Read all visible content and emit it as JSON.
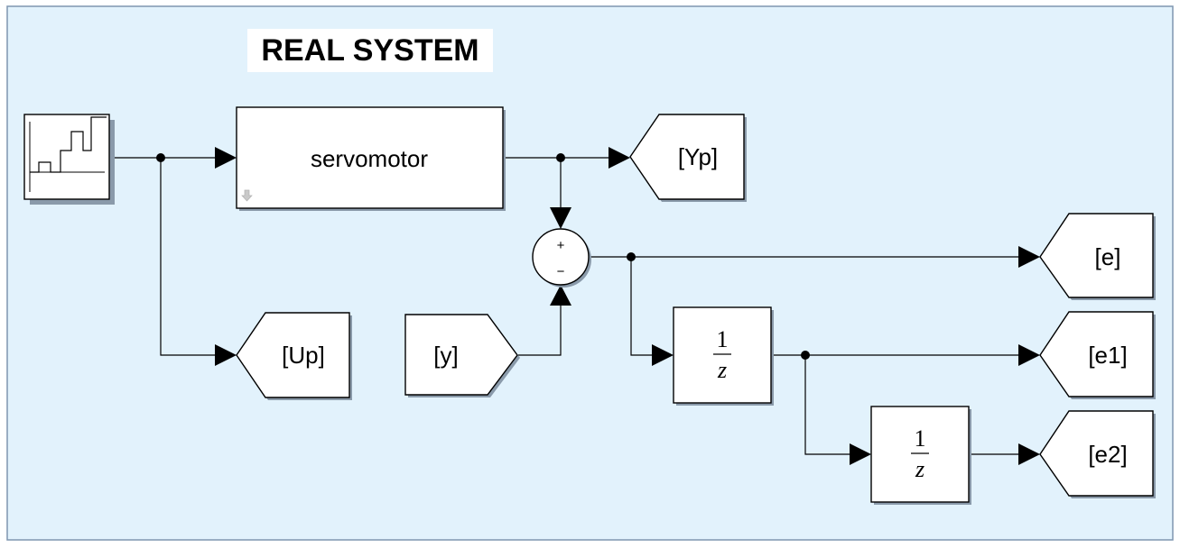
{
  "diagram": {
    "title": "REAL SYSTEM",
    "colors": {
      "background": "#e2f2fc",
      "frame": "#7f96b0",
      "block_fill": "#ffffff",
      "line": "#000000",
      "title_bg": "#ffffff"
    },
    "source_icon": "signal-builder-icon",
    "subsystem": {
      "label": "servomotor",
      "icon": "subsystem-arrow-icon"
    },
    "sum_signs": {
      "top": "+",
      "bottom": "−"
    },
    "goto_tags": {
      "yp": "[Yp]",
      "up": "[Up]",
      "e": "[e]",
      "e1": "[e1]",
      "e2": "[e2]"
    },
    "from_tags": {
      "y": "[y]"
    },
    "delays": [
      {
        "numerator": "1",
        "denominator": "z"
      },
      {
        "numerator": "1",
        "denominator": "z"
      }
    ]
  }
}
